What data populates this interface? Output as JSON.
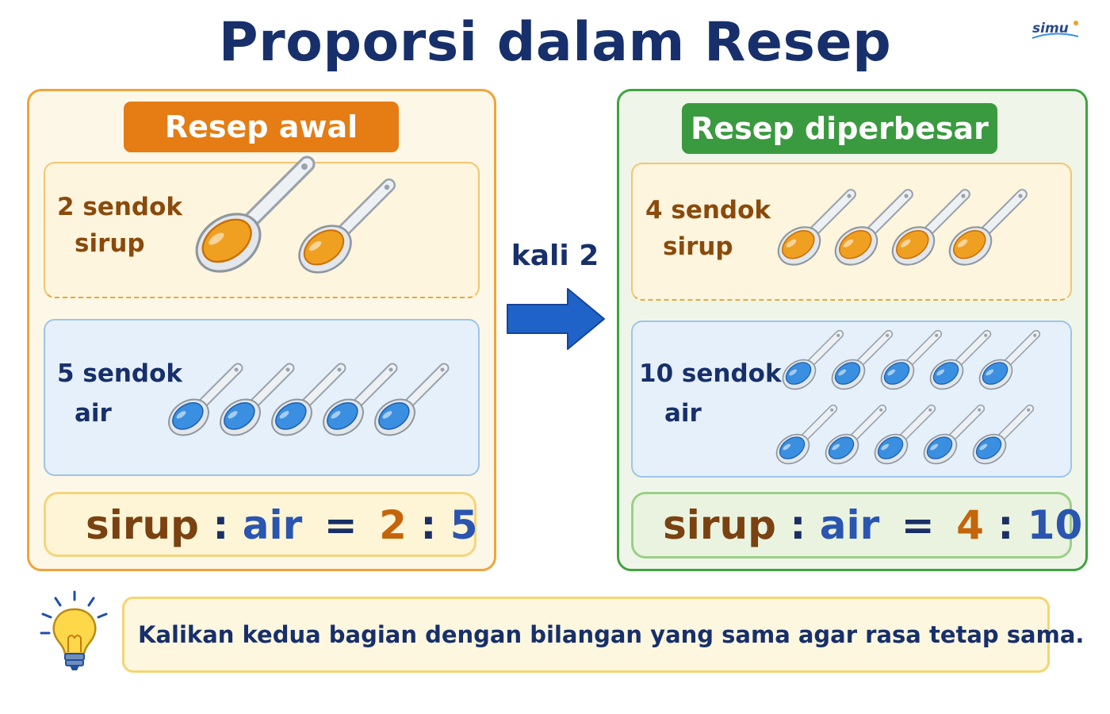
{
  "title": "Proporsi dalam Resep",
  "brand": "simu",
  "left_panel": {
    "heading": "Resep awal",
    "syrup": {
      "line1": "2 sendok",
      "line2": "sirup",
      "count": 2
    },
    "water": {
      "line1": "5 sendok",
      "line2": "air",
      "count": 5
    },
    "ratio": {
      "a_word": "sirup",
      "sep1": ":",
      "b_word": "air",
      "eq": "=",
      "a_val": "2",
      "sep2": ":",
      "b_val": "5"
    }
  },
  "right_panel": {
    "heading": "Resep diperbesar",
    "syrup": {
      "line1": "4 sendok",
      "line2": "sirup",
      "count": 4
    },
    "water": {
      "line1": "10 sendok",
      "line2": "air",
      "count": 10
    },
    "ratio": {
      "a_word": "sirup",
      "sep1": ":",
      "b_word": "air",
      "eq": "=",
      "a_val": "4",
      "sep2": ":",
      "b_val": "10"
    }
  },
  "arrow": {
    "label": "kali 2"
  },
  "hint": {
    "text": "Kalikan kedua bagian dengan bilangan yang sama agar rasa tetap sama."
  },
  "colors": {
    "title": "#17306b",
    "left_accent": "#e57c14",
    "right_accent": "#3a9a3f",
    "syrup": "#f0a020",
    "water": "#3a8fe0",
    "arrow": "#1f63c9"
  }
}
